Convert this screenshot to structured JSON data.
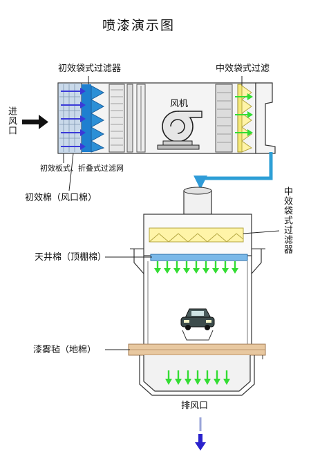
{
  "title": "喷漆演示图",
  "labels": {
    "inlet": "进风口",
    "primary_bag_filter": "初效袋式过滤器",
    "medium_bag_filter_top": "中效袋式过滤",
    "fan": "风机",
    "primary_plate_filter": "初效板式、折叠式过滤网",
    "primary_cotton": "初效棉（风口棉）",
    "medium_bag_filter_side": "中效袋式过滤器",
    "ceiling_cotton": "天井棉（顶棚棉）",
    "paint_mist_felt": "漆雾毡（地棉）",
    "exhaust": "排风口"
  },
  "colors": {
    "flow_arrow": "#3a3ad8",
    "downflow_arrow": "#33dd33",
    "duct": "#2d9fd6",
    "filter_yellow": "#fff4a8",
    "ceiling_blue": "#7ab8e8",
    "felt_tan": "#e8c8a0",
    "bag_blue": "#2c8fd6"
  }
}
